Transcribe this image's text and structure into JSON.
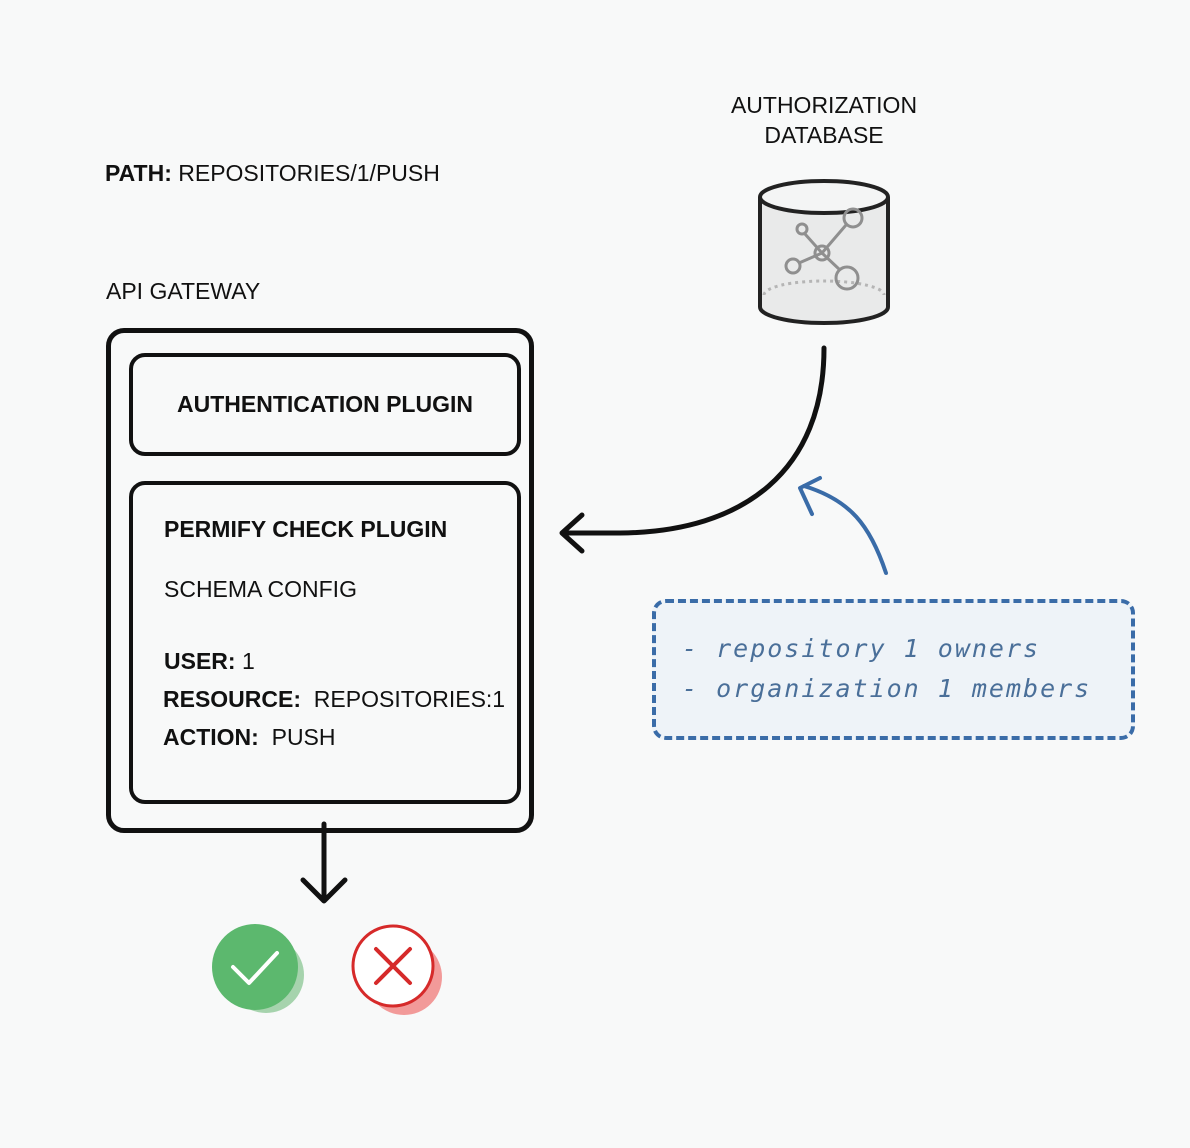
{
  "request": {
    "path_label": "PATH:",
    "path_value": "REPOSITORIES/1/PUSH"
  },
  "gateway": {
    "label": "API GATEWAY",
    "auth_plugin": "AUTHENTICATION PLUGIN",
    "check_plugin": {
      "title": "PERMIFY CHECK PLUGIN",
      "schema": "SCHEMA CONFIG",
      "user_label": "USER:",
      "user_value": "1",
      "resource_label": "RESOURCE:",
      "resource_value": "REPOSITORIES:1",
      "action_label": "ACTION:",
      "action_value": "PUSH"
    }
  },
  "database": {
    "label_line1": "AUTHORIZATION",
    "label_line2": "DATABASE",
    "icon": "graph-database-icon"
  },
  "note": {
    "lines": [
      "- repository 1 owners",
      "- organization 1 members"
    ],
    "color": "#3a6ca8"
  },
  "results": {
    "allow_icon": "check-icon",
    "deny_icon": "cross-icon",
    "allow_color": "#5cb86e",
    "deny_color": "#d62a2a"
  }
}
